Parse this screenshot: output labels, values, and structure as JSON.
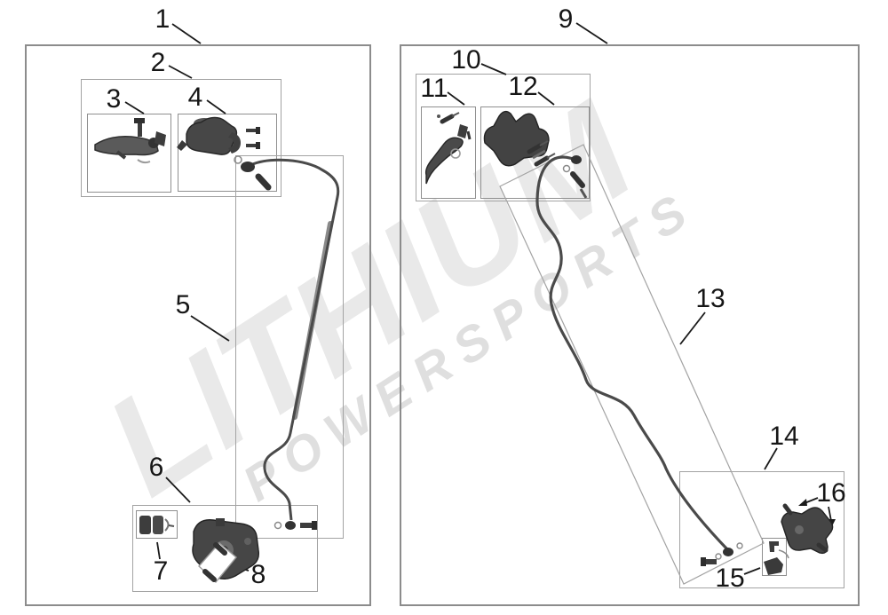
{
  "watermark": {
    "title": "LITHIUM",
    "subtitle": "POWERSPORTS"
  },
  "colors": {
    "panel_border": "#8c8c8c",
    "box_border": "#a3a3a3",
    "part_dark": "#3d3d3d",
    "part_mid": "#6b6b6b",
    "hose": "#4a4a4a",
    "label": "#161616",
    "watermark_title": "#e9e9e9",
    "watermark_subtitle": "#dfdfdf"
  },
  "callouts": [
    {
      "label": "1"
    },
    {
      "label": "2"
    },
    {
      "label": "3"
    },
    {
      "label": "4"
    },
    {
      "label": "5"
    },
    {
      "label": "6"
    },
    {
      "label": "7"
    },
    {
      "label": "8"
    },
    {
      "label": "9"
    },
    {
      "label": "10"
    },
    {
      "label": "11"
    },
    {
      "label": "12"
    },
    {
      "label": "13"
    },
    {
      "label": "14"
    },
    {
      "label": "15"
    },
    {
      "label": "16"
    }
  ]
}
